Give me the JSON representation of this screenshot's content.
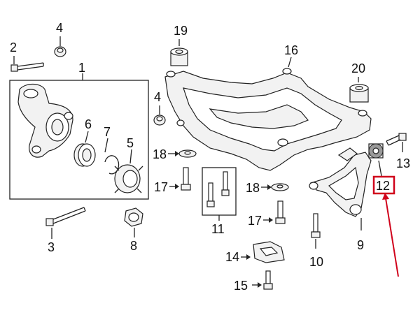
{
  "diagram": {
    "callouts": {
      "c1": "1",
      "c2": "2",
      "c3": "3",
      "c4a": "4",
      "c4b": "4",
      "c5": "5",
      "c6": "6",
      "c7": "7",
      "c8": "8",
      "c9": "9",
      "c10": "10",
      "c11": "11",
      "c12": "12",
      "c13": "13",
      "c14": "14",
      "c15": "15",
      "c16": "16",
      "c17a": "17",
      "c17b": "17",
      "c18a": "18",
      "c18b": "18",
      "c19": "19",
      "c20": "20"
    },
    "colors": {
      "highlight_box": "#d0021b",
      "pointer_arrow": "#d0021b",
      "line_art": "#222222"
    },
    "highlighted_part": "12"
  }
}
